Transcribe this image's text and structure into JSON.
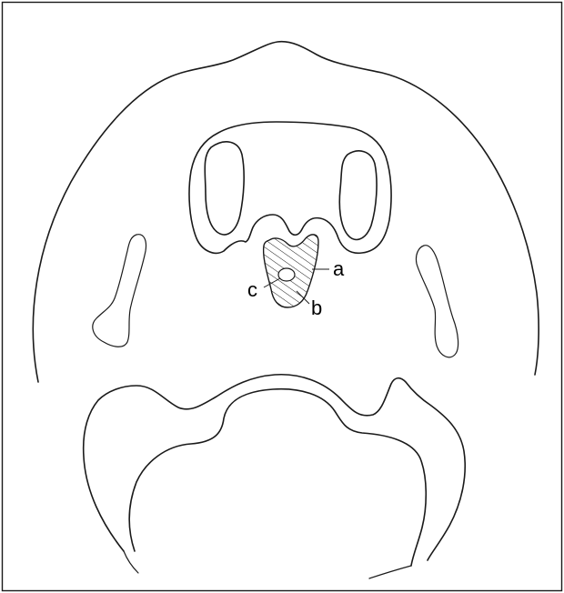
{
  "labels": {
    "a": "a",
    "b": "b",
    "c": "c"
  },
  "colors": {
    "line": "#1a1a1a",
    "background": "#ffffff",
    "hatch": "#1a1a1a"
  }
}
